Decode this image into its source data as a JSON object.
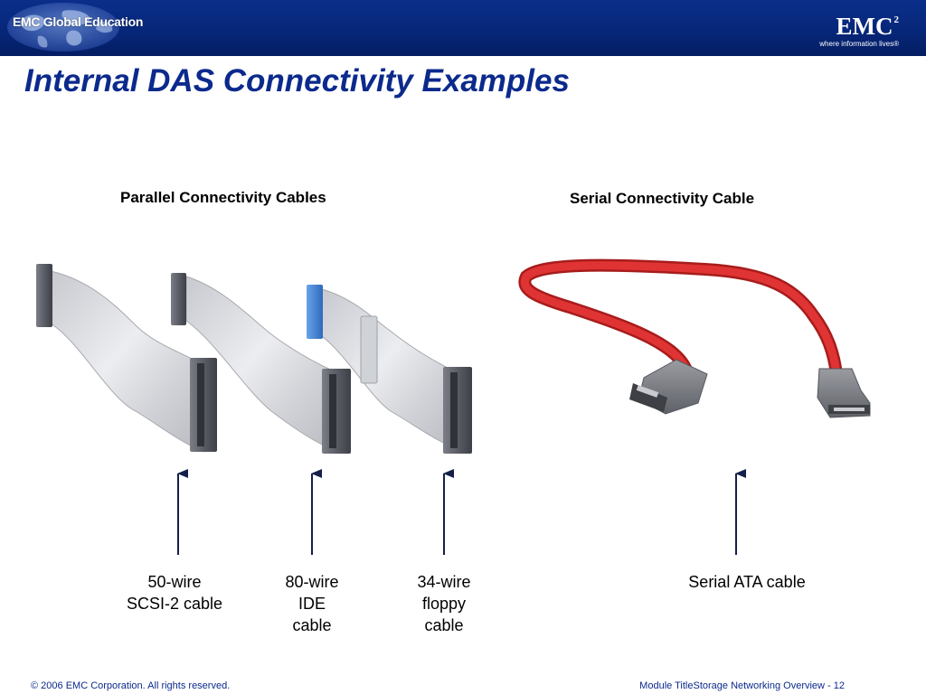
{
  "header": {
    "left_logo_text": "EMC Global Education",
    "right_logo_mark": "EMC",
    "right_logo_superscript": "2",
    "right_logo_tagline": "where information lives®"
  },
  "slide": {
    "title": "Internal DAS Connectivity Examples",
    "parallel_heading": "Parallel Connectivity Cables",
    "serial_heading": "Serial Connectivity Cable"
  },
  "labels": {
    "scsi": [
      "50-wire",
      "SCSI-2 cable"
    ],
    "ide": [
      "80-wire",
      "IDE",
      "cable"
    ],
    "floppy": [
      "34-wire",
      "floppy",
      "cable"
    ],
    "sata": [
      "Serial ATA cable"
    ]
  },
  "footer": {
    "copyright": "© 2006 EMC Corporation. All rights reserved.",
    "module": "Module TitleStorage Networking Overview - 12"
  },
  "colors": {
    "header_blue": "#062677",
    "title_blue": "#0b2a8c",
    "sata_red": "#d42a2a",
    "ribbon_gray": "#d8d8dc",
    "connector_gray": "#5d6068",
    "ide_connector_blue": "#3f7fd4",
    "arrow_navy": "#14204a"
  }
}
